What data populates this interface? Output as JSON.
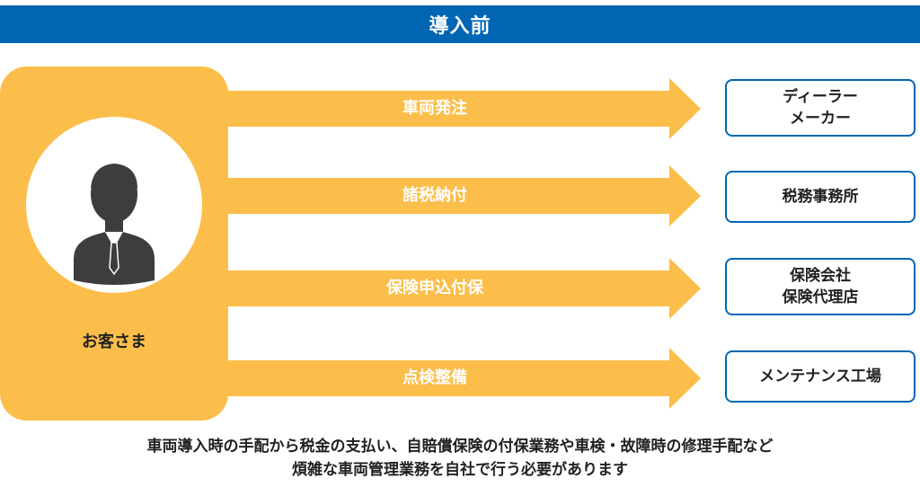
{
  "header": {
    "title": "導入前"
  },
  "customer": {
    "label": "お客さま",
    "icon": "businessman-icon"
  },
  "flows": [
    {
      "label": "車両発注",
      "destination": [
        "ディーラー",
        "メーカー"
      ]
    },
    {
      "label": "諸税納付",
      "destination": [
        "税務事務所"
      ]
    },
    {
      "label": "保険申込付保",
      "destination": [
        "保険会社",
        "保険代理店"
      ]
    },
    {
      "label": "点検整備",
      "destination": [
        "メンテナンス工場"
      ]
    }
  ],
  "footer": {
    "line1": "車両導入時の手配から税金の支払い、自賠償保険の付保業務や車検・故障時の修理手配など",
    "line2": "煩雑な車両管理業務を自社で行う必要があります"
  },
  "colors": {
    "header": "#0066b3",
    "accent": "#fbbe4a",
    "border": "#0066b3"
  }
}
